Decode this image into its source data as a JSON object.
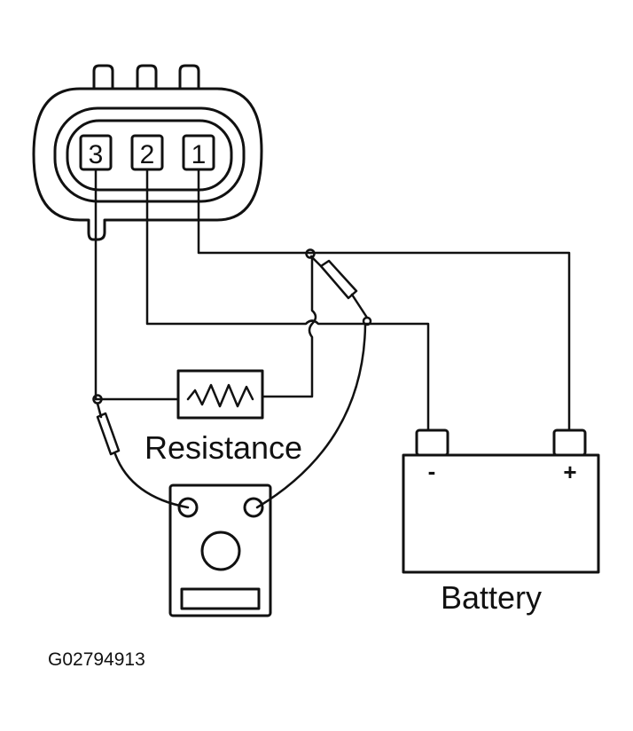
{
  "connector": {
    "pins": [
      "3",
      "2",
      "1"
    ]
  },
  "resistor": {
    "label": "Resistance"
  },
  "battery": {
    "label": "Battery",
    "negative_symbol": "-",
    "positive_symbol": "+"
  },
  "figure_code": "G02794913"
}
